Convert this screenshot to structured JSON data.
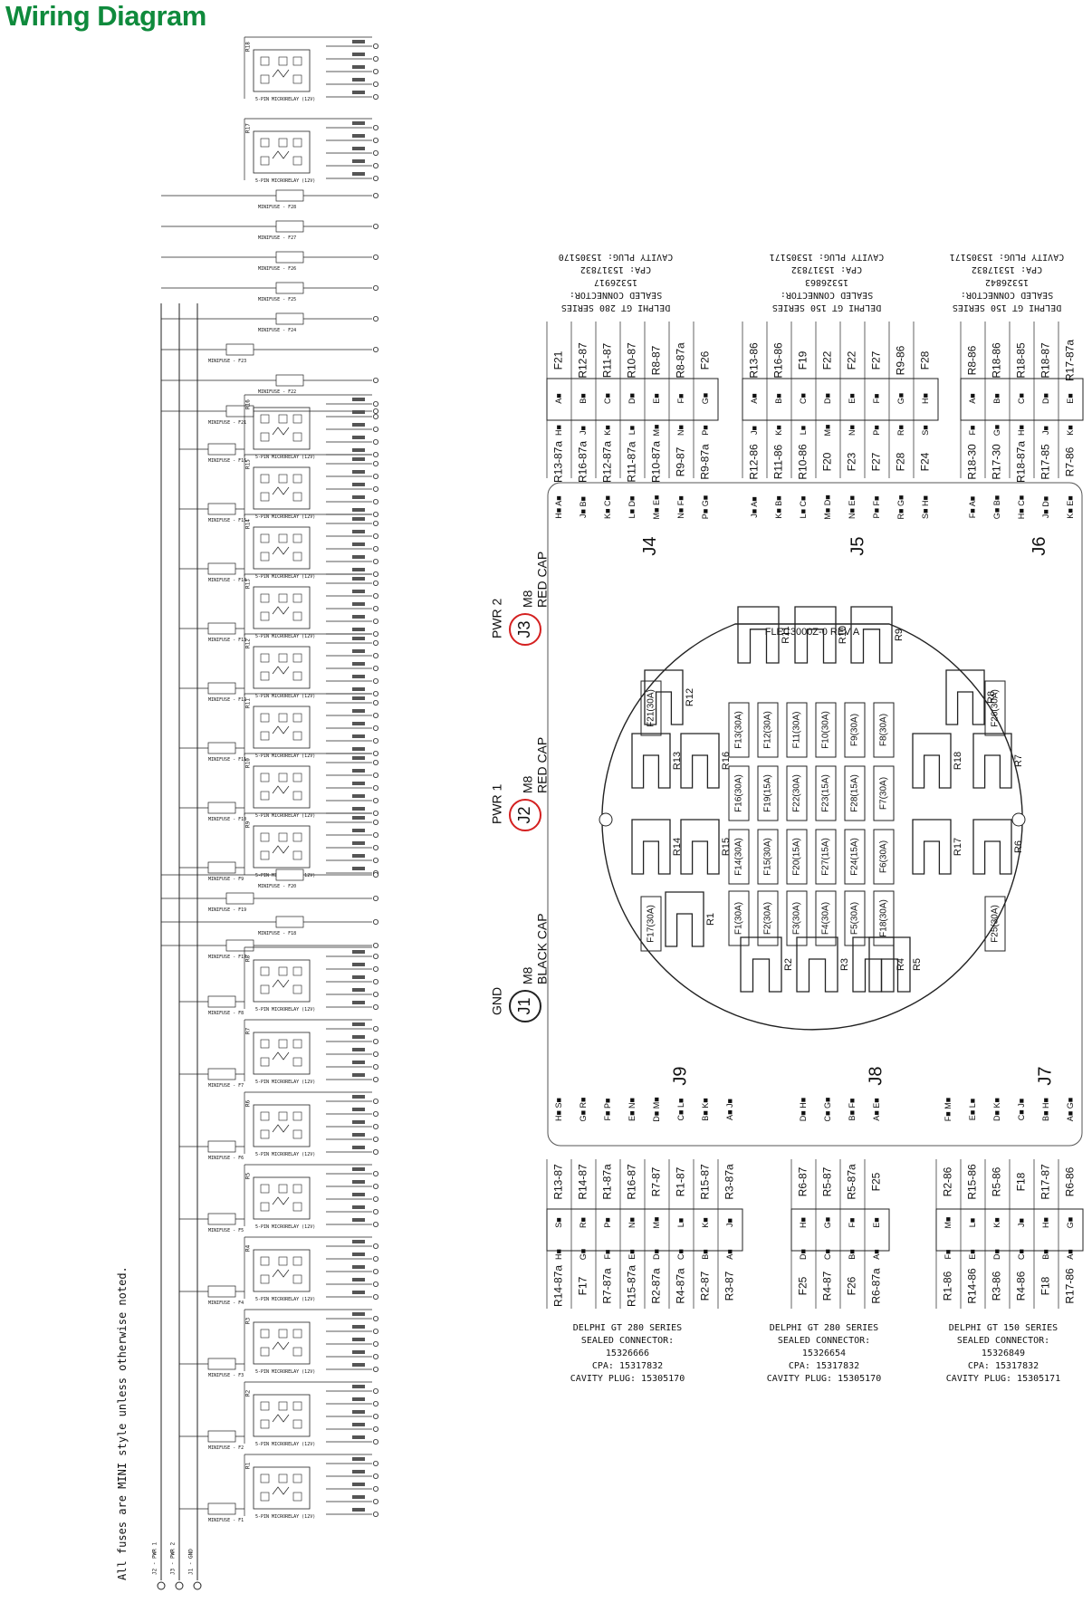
{
  "page": {
    "title": "Wiring Diagram",
    "footnote": "All fuses are MINI style unless otherwise noted."
  },
  "colors": {
    "title": "#0f8a3c",
    "highlight_circle": "#d42020",
    "line": "#222222"
  },
  "ladder": {
    "relay_part": "5-PIN MICRORELAY (12V)",
    "fuse_part": "MINIFUSE",
    "supply_labels": [
      "J2 - PWR 1",
      "J3 - PWR 2",
      "J1 - GND"
    ],
    "relays_top": [
      "R18",
      "R17"
    ],
    "fuses_top": [
      "F28",
      "F27",
      "F26",
      "F25",
      "F24",
      "F23",
      "F22",
      "F21"
    ],
    "relays_mid": [
      "R16",
      "R15",
      "R14",
      "R13",
      "R12",
      "R11",
      "R10",
      "R9"
    ],
    "fuses_mid": [
      "F20",
      "F19",
      "F18",
      "F17"
    ],
    "relays_bottom": [
      "R8",
      "R7",
      "R6",
      "R5",
      "R4",
      "R3",
      "R2",
      "R1"
    ],
    "relay_fuses": [
      "F16",
      "F15",
      "F14",
      "F13",
      "F12",
      "F11",
      "F10",
      "F9",
      "F8",
      "F7",
      "F6",
      "F5",
      "F4",
      "F3",
      "F2",
      "F1"
    ]
  },
  "power": {
    "j3": {
      "id": "J3",
      "name": "PWR 2",
      "spec": "M8",
      "cap": "RED CAP"
    },
    "j2": {
      "id": "J2",
      "name": "PWR 1",
      "spec": "M8",
      "cap": "RED CAP"
    },
    "j1": {
      "id": "J1",
      "name": "GND",
      "spec": "M8",
      "cap": "BLACK CAP"
    }
  },
  "board": {
    "part": "FLEC3000Z-0 REV A",
    "relays": [
      "R11",
      "R10",
      "R9",
      "R12",
      "R8",
      "R13",
      "R16",
      "R18",
      "R7",
      "R14",
      "R15",
      "R17",
      "R6",
      "R1",
      "R5",
      "R2",
      "R3",
      "R4"
    ],
    "fuses": [
      "F21(30A)",
      "F13(30A)",
      "F12(30A)",
      "F11(30A)",
      "F10(30A)",
      "F9(30A)",
      "F8(30A)",
      "F26(30A)",
      "F16(30A)",
      "F19(15A)",
      "F22(30A)",
      "F23(15A)",
      "F28(15A)",
      "F7(30A)",
      "F14(30A)",
      "F15(30A)",
      "F20(15A)",
      "F27(15A)",
      "F24(15A)",
      "F6(30A)",
      "F17(30A)",
      "F1(30A)",
      "F2(30A)",
      "F3(30A)",
      "F4(30A)",
      "F5(30A)",
      "F18(30A)",
      "F25(30A)"
    ]
  },
  "connectors_top": [
    {
      "id": "J4",
      "info": [
        "DELPHI GT 280 SERIES",
        "SEALED CONNECTOR:",
        "15326917",
        "CPA: 15317832",
        "CAVITY PLUG: 15305170"
      ],
      "outer": [
        "F21",
        "R12-87",
        "R11-87",
        "R10-87",
        "R8-87",
        "R8-87a",
        "F26"
      ],
      "outer_pins": [
        "A",
        "B",
        "C",
        "D",
        "E",
        "F",
        "G"
      ],
      "inner_pins": [
        "H",
        "J",
        "K",
        "L",
        "M",
        "N",
        "P"
      ],
      "inner": [
        "R13-87a",
        "R16-87a",
        "R12-87a",
        "R11-87a",
        "R10-87a",
        "R9-87",
        "R9-87a"
      ]
    },
    {
      "id": "J5",
      "info": [
        "DELPHI GT 150 SERIES",
        "SEALED CONNECTOR:",
        "15326863",
        "CPA: 15317832",
        "CAVITY PLUG: 15305171"
      ],
      "outer": [
        "R13-86",
        "R16-86",
        "F19",
        "F22",
        "F22",
        "F27",
        "R9-86",
        "F28"
      ],
      "outer_pins": [
        "A",
        "B",
        "C",
        "D",
        "E",
        "F",
        "G",
        "H"
      ],
      "inner_pins": [
        "J",
        "K",
        "L",
        "M",
        "N",
        "P",
        "R",
        "S"
      ],
      "inner": [
        "R12-86",
        "R11-86",
        "R10-86",
        "F20",
        "F23",
        "F27",
        "F28",
        "F24"
      ]
    },
    {
      "id": "J6",
      "info": [
        "DELPHI GT 150 SERIES",
        "SEALED CONNECTOR:",
        "15326842",
        "CPA: 15317832",
        "CAVITY PLUG: 15305171"
      ],
      "outer": [
        "R8-86",
        "R18-86",
        "R18-85",
        "R18-87",
        "R17-87a"
      ],
      "outer_pins": [
        "A",
        "B",
        "C",
        "D",
        "E"
      ],
      "inner_pins": [
        "F",
        "G",
        "H",
        "J",
        "K"
      ],
      "inner": [
        "R18-30",
        "R17-30",
        "R18-87a",
        "R17-85",
        "R7-86"
      ]
    }
  ],
  "connectors_bottom": [
    {
      "id": "J9",
      "info": [
        "DELPHI GT 280 SERIES",
        "SEALED CONNECTOR:",
        "15326666",
        "CPA: 15317832",
        "CAVITY PLUG: 15305170"
      ],
      "outer": [
        "R13-87",
        "R14-87",
        "R1-87a",
        "R16-87",
        "R7-87",
        "R1-87",
        "R15-87",
        "R3-87a"
      ],
      "outer_pins": [
        "S",
        "R",
        "P",
        "N",
        "M",
        "L",
        "K",
        "J"
      ],
      "inner_pins": [
        "H",
        "G",
        "F",
        "E",
        "D",
        "C",
        "B",
        "A"
      ],
      "inner": [
        "R14-87a",
        "F17",
        "R7-87a",
        "R15-87a",
        "R2-87a",
        "R4-87a",
        "R2-87",
        "R3-87"
      ]
    },
    {
      "id": "J8",
      "info": [
        "DELPHI GT 280 SERIES",
        "SEALED CONNECTOR:",
        "15326654",
        "CPA: 15317832",
        "CAVITY PLUG: 15305170"
      ],
      "outer": [
        "R6-87",
        "R5-87",
        "R5-87a",
        "F25"
      ],
      "outer_pins": [
        "H",
        "G",
        "F",
        "E"
      ],
      "inner_pins": [
        "D",
        "C",
        "B",
        "A"
      ],
      "inner": [
        "F25",
        "R4-87",
        "F26",
        "R6-87a"
      ]
    },
    {
      "id": "J7",
      "info": [
        "DELPHI GT 150 SERIES",
        "SEALED CONNECTOR:",
        "15326849",
        "CPA: 15317832",
        "CAVITY PLUG: 15305171"
      ],
      "outer": [
        "R2-86",
        "R15-86",
        "R5-86",
        "F18",
        "R17-87",
        "R6-86"
      ],
      "outer_pins": [
        "M",
        "L",
        "K",
        "J",
        "H",
        "G"
      ],
      "inner_pins": [
        "F",
        "E",
        "D",
        "C",
        "B",
        "A"
      ],
      "inner": [
        "R1-86",
        "R14-86",
        "R3-86",
        "R4-86",
        "F18",
        "R17-86"
      ]
    }
  ]
}
